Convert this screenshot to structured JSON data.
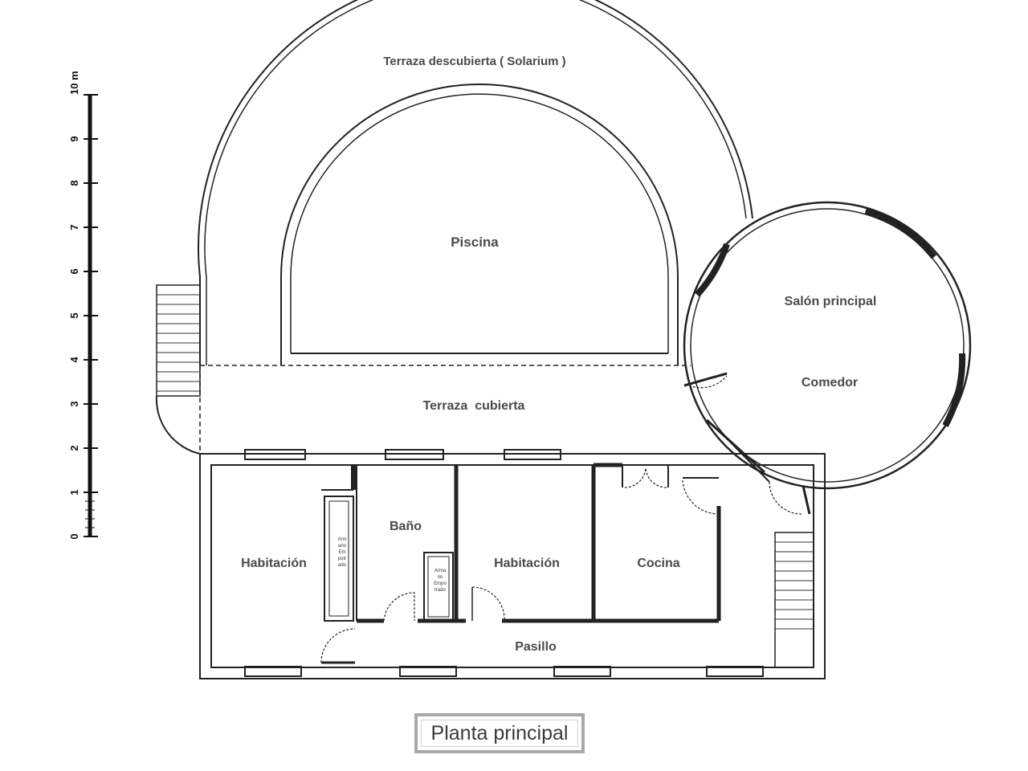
{
  "diagram": {
    "rooms": {
      "solarium": "Terraza descubierta ( Solarium )",
      "piscina": "Piscina",
      "salon": "Salón principal",
      "comedor": "Comedor",
      "terraza_cubierta": "Terraza  cubierta",
      "habitacion_1": "Habitación",
      "bano": "Baño",
      "habitacion_2": "Habitación",
      "cocina": "Cocina",
      "pasillo": "Pasillo"
    },
    "closets": {
      "closet_1": [
        "Arm",
        "ario",
        "Em",
        "potr",
        "ado"
      ],
      "closet_2": [
        "Arma",
        "rio",
        "Empo",
        "trado"
      ]
    },
    "scale": {
      "unit_label": "10 m",
      "ticks": [
        "0",
        "1",
        "2",
        "3",
        "4",
        "5",
        "6",
        "7",
        "8",
        "9"
      ]
    }
  },
  "caption": "Planta principal"
}
